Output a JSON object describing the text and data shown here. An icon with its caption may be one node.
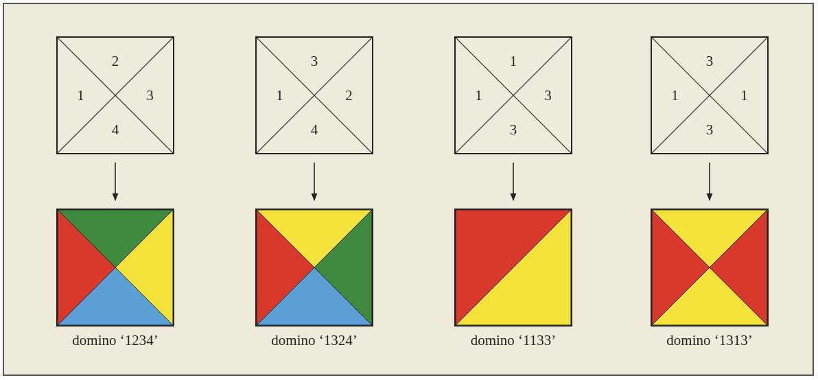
{
  "diagram": {
    "nodes": [
      {
        "text": [
          "2",
          "1",
          "3",
          "4"
        ]
      },
      {
        "text": [
          "3",
          "1",
          "2",
          "4"
        ]
      },
      {
        "text": [
          "1",
          "1",
          "3",
          "3"
        ]
      },
      {
        "text": [
          "3",
          "1",
          "1",
          "3"
        ]
      },
      {
        "text": [],
        "shape": "box",
        "beside": [
          "domino ‘1234’"
        ]
      },
      {
        "text": [],
        "shape": "box",
        "beside": [
          "domino ‘1324’"
        ]
      },
      {
        "text": [],
        "shape": "box",
        "beside": [
          "domino ‘1133’"
        ]
      },
      {
        "text": [],
        "shape": "box",
        "beside": [
          "domino ‘1313’"
        ]
      }
    ],
    "edges": [
      {
        "from": 0,
        "to": 4,
        "arrow": "to"
      },
      {
        "from": 1,
        "to": 5,
        "arrow": "to"
      },
      {
        "from": 2,
        "to": 6,
        "arrow": "to"
      },
      {
        "from": 3,
        "to": 7,
        "arrow": "to"
      }
    ]
  }
}
